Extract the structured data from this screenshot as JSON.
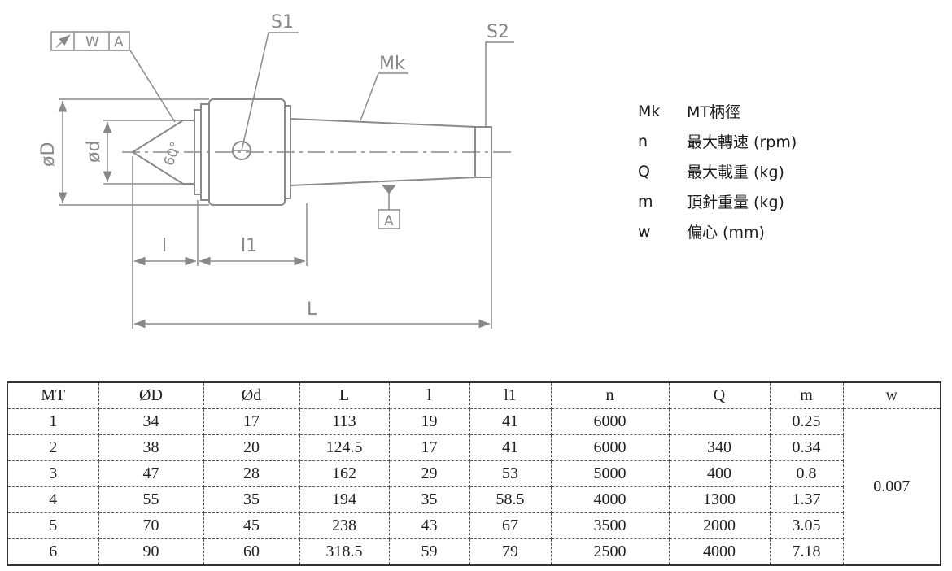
{
  "drawing": {
    "labels": {
      "s1": "S1",
      "s2": "S2",
      "mk": "Mk",
      "dia_D": "øD",
      "dia_d": "ød",
      "angle": "60°",
      "len_l": "l",
      "len_l1": "l1",
      "len_L": "L",
      "datum_a": "A",
      "frame_w": "W",
      "frame_a": "A"
    }
  },
  "legend": [
    {
      "symbol": "Mk",
      "text": "MT柄徑"
    },
    {
      "symbol": "n",
      "text": "最大轉速 (rpm)"
    },
    {
      "symbol": "Q",
      "text": "最大載重 (kg)"
    },
    {
      "symbol": "m",
      "text": "頂針重量 (kg)"
    },
    {
      "symbol": "w",
      "text": "偏心 (mm)"
    }
  ],
  "table": {
    "headers": [
      "MT",
      "ØD",
      "Ød",
      "L",
      "l",
      "l1",
      "n",
      "Q",
      "m",
      "w"
    ],
    "rows": [
      [
        "1",
        "34",
        "17",
        "113",
        "19",
        "41",
        "6000",
        "",
        "0.25"
      ],
      [
        "2",
        "38",
        "20",
        "124.5",
        "17",
        "41",
        "6000",
        "340",
        "0.34"
      ],
      [
        "3",
        "47",
        "28",
        "162",
        "29",
        "53",
        "5000",
        "400",
        "0.8"
      ],
      [
        "4",
        "55",
        "35",
        "194",
        "35",
        "58.5",
        "4000",
        "1300",
        "1.37"
      ],
      [
        "5",
        "70",
        "45",
        "238",
        "43",
        "67",
        "3500",
        "2000",
        "3.05"
      ],
      [
        "6",
        "90",
        "60",
        "318.5",
        "59",
        "79",
        "2500",
        "4000",
        "7.18"
      ]
    ],
    "w_value": "0.007"
  }
}
